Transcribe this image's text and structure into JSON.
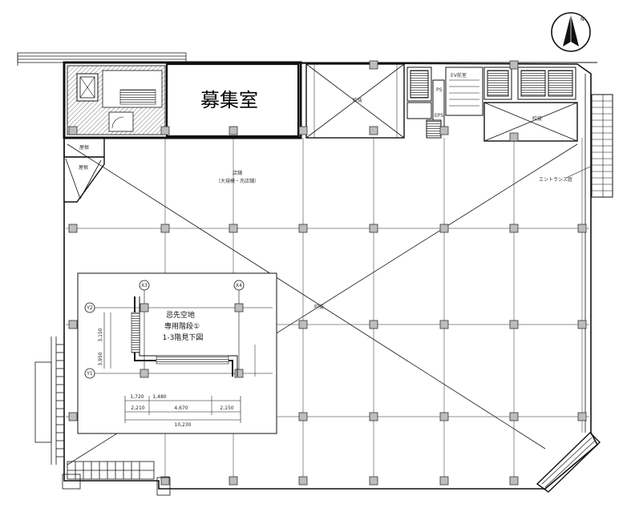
{
  "labels": {
    "recruitment_room": "募集室",
    "north_mark": "N",
    "inset_title_1": "忌先空地",
    "inset_title_2": "専用階段①",
    "inset_title_3": "1-3階見下図",
    "store_line_1": "店舗",
    "store_line_2": "（大規模・売店舗）",
    "entrance_hall": "エントランス庭",
    "roof_top_1": "屋根",
    "roof_top_2": "屋根",
    "upper_open": "吹抜",
    "upper_open_right": "吹抜",
    "elevator_hall": "EV前室",
    "ps": "PS",
    "eps": "EPS",
    "grid_x3": "X3",
    "grid_x4": "X4",
    "grid_y2": "Y2",
    "grid_y1": "Y1",
    "dim_1": "1,720",
    "dim_2": "1,480",
    "dim_3": "2,210",
    "dim_4": "4,670",
    "dim_5": "2,150",
    "dim_6": "10,230",
    "dim_v1": "3,150",
    "dim_v2": "3,950"
  },
  "colors": {
    "line": "#111111",
    "hatch": "#555555",
    "column": "#bdbdbd",
    "background": "#ffffff"
  }
}
